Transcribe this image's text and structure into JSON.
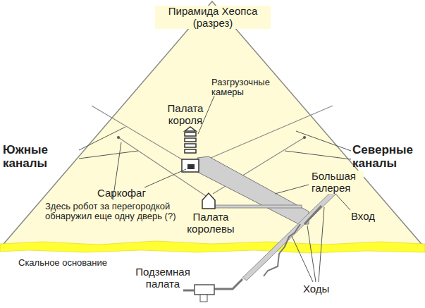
{
  "diagram": {
    "title": "Пирамида Хеопса (разрез)",
    "labels": [
      "Разгрузочные камеры",
      "Палата короля",
      "Южные каналы",
      "Северные каналы",
      "Большая галерея",
      "Саркофаг",
      "Вход",
      "Здесь робот за перегородкой обнаружил еще одну дверь (?)",
      "Палата королевы",
      "Скальное основание",
      "Подземная палата",
      "Ходы"
    ]
  }
}
